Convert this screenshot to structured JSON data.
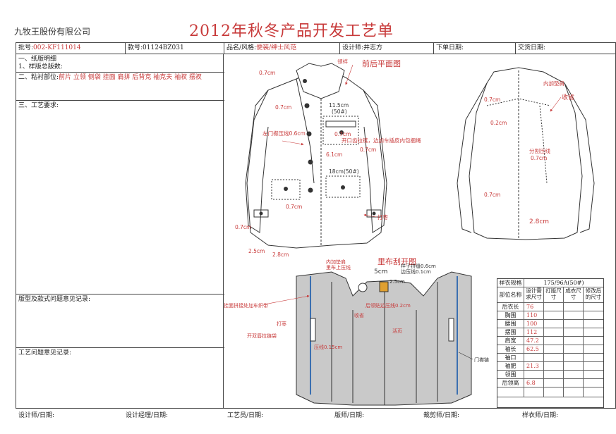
{
  "header": {
    "company": "九牧王股份有限公司",
    "title": "2012年秋冬产品开发工艺单",
    "batch_label": "批号:",
    "batch_value": "002-KF111014",
    "style_no_label": "款号:",
    "style_no_value": "01124BZ031",
    "product_label": "品名/风格:",
    "product_value": "便装/绅士风范",
    "designer_label": "设计师:",
    "designer_value": "井志方",
    "order_date_label": "下单日期:",
    "delivery_date_label": "交货日期:"
  },
  "left_panel": {
    "paper_title": "一、纸版明细",
    "paper_total": "1、样版总版数:",
    "lining_label": "二、粘衬部位:",
    "lining_value": "前片 立领 侧袋 挂面 肩拼 后背克 袖克夫 袖衩 摆衩",
    "craft_title": "三、工艺要求:",
    "pattern_issues": "版型及款式问题意见记录:",
    "craft_issues": "工艺问题意见记录:"
  },
  "drawing": {
    "front_title": "前后平面图",
    "lining_title": "里布刮开图",
    "ann_collar_tab": "领袢",
    "ann_07_1": "0.7cm",
    "ann_07_2": "0.7cm",
    "ann_07_3": "0.7cm",
    "ann_07_4": "0.7cm",
    "ann_07_5": "0.7cm",
    "ann_07_6": "0.7cm",
    "ann_07_7": "0.7cm",
    "ann_07_8": "0.7cm",
    "ann_115": "11.5cm",
    "ann_50": "(50#)",
    "ann_placket": "左门襟压线0.6cm",
    "ann_zip": "开口齿拉链，边加车插皮内包捆绳",
    "ann_61": "6.1cm",
    "ann_18": "18cm(50#)",
    "ann_tack": "打枣",
    "ann_25": "2.5cm",
    "ann_28a": "2.8cm",
    "ann_28b": "2.8cm",
    "ann_pad": "内加垫肩",
    "ann_dart": "收省",
    "ann_02": "0.2cm",
    "ann_split": "分割压线",
    "ann_lining_pad": "内加垫肩",
    "ann_lining_stitch": "里布上压线",
    "ann_5cm": "5cm",
    "ann_label_stitch": "样子拼缝0.6cm",
    "ann_edge": "边压线0.1cm",
    "ann_25b": "2.5cm",
    "ann_facing": "挂面拼接处加车织带",
    "ann_hem": "后领贴边压线0.2cm",
    "ann_dart2": "收省",
    "ann_tack2": "打枣",
    "ann_pocket": "开双唇拉链袋",
    "ann_pleat": "活页",
    "ann_15": "压线0.15cm",
    "ann_chain": "门襟链"
  },
  "spec_table": {
    "title_label": "样衣规格",
    "title_size": "175/96A(50#)",
    "col_part": "部位名称",
    "col_design": "设计需求尺寸",
    "col_pattern": "打版尺寸",
    "col_finished": "成衣尺寸",
    "col_revised": "修改后的尺寸",
    "rows": [
      {
        "name": "后衣长",
        "value": "76"
      },
      {
        "name": "胸围",
        "value": "110"
      },
      {
        "name": "腰围",
        "value": "100"
      },
      {
        "name": "摆围",
        "value": "112"
      },
      {
        "name": "肩宽",
        "value": "47.2"
      },
      {
        "name": "袖长",
        "value": "62.5"
      },
      {
        "name": "袖口",
        "value": ""
      },
      {
        "name": "袖肥",
        "value": "21.3"
      },
      {
        "name": "领围",
        "value": ""
      },
      {
        "name": "后领高",
        "value": "6.8"
      }
    ]
  },
  "footer": {
    "designer_date": "设计师/日期:",
    "manager_date": "设计经理/日期:",
    "craftsman_date": "工艺员/日期:",
    "pattern_date": "版师/日期:",
    "cutter_date": "裁剪师/日期:",
    "sample_date": "样衣师/日期:"
  },
  "colors": {
    "accent_red": "#c83a3a",
    "lining_gray": "#c9c9c9",
    "piping_blue": "#3b6fb0",
    "line": "#444444"
  }
}
